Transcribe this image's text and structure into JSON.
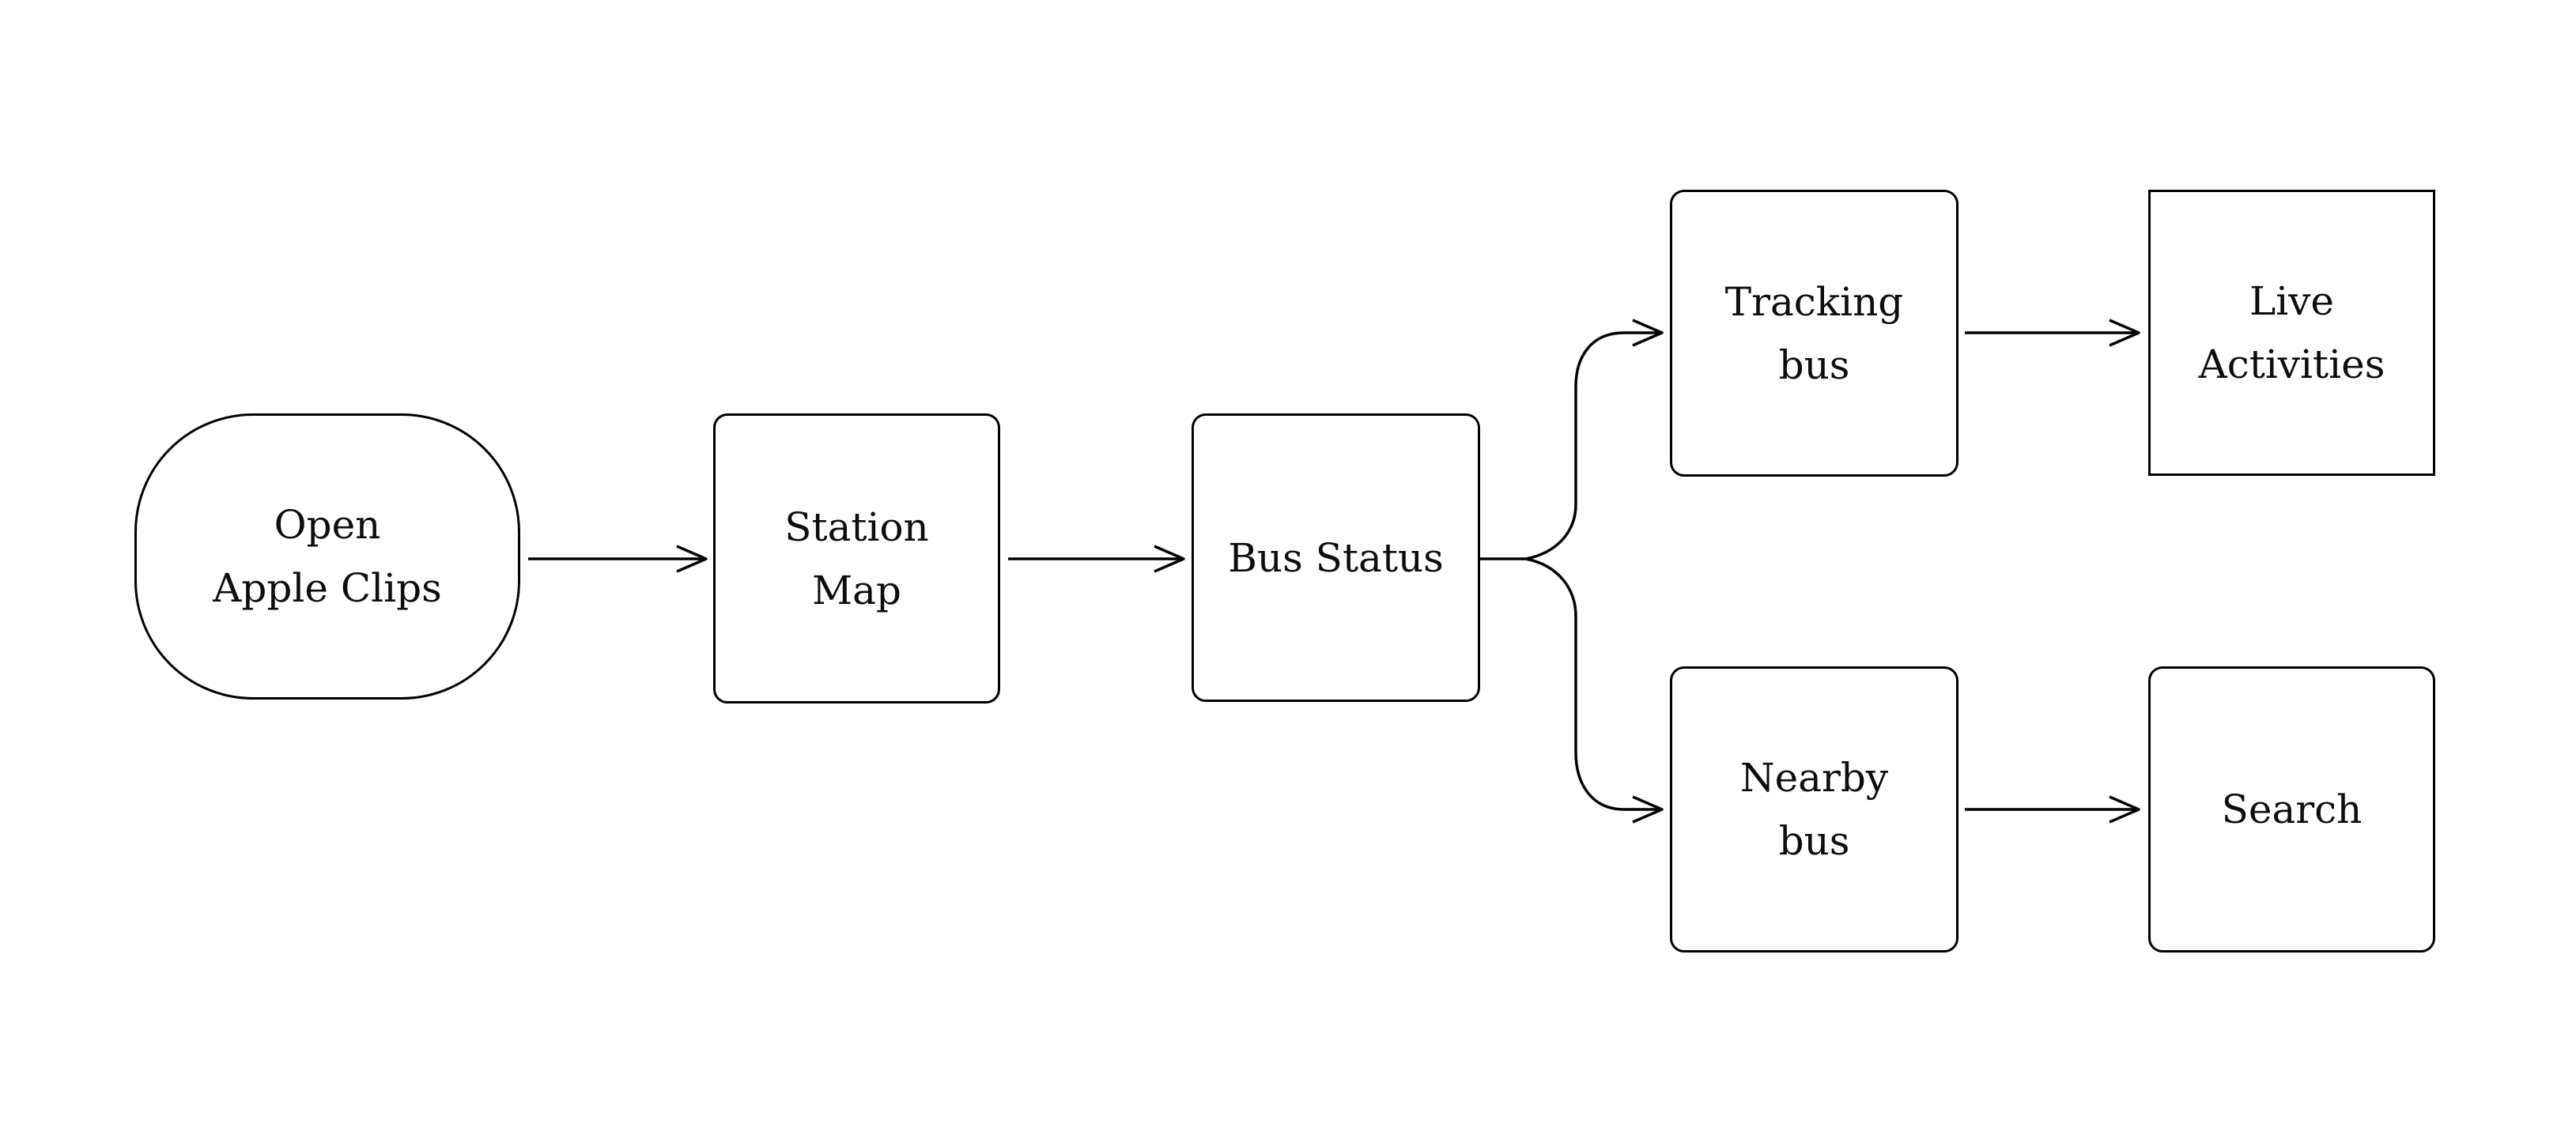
{
  "diagram": {
    "type": "flowchart",
    "direction": "left-to-right",
    "nodes": [
      {
        "id": "open-apple-clips",
        "label": "Open\nApple Clips",
        "shape": "stadium"
      },
      {
        "id": "station-map",
        "label": "Station\nMap",
        "shape": "rounded-rect"
      },
      {
        "id": "bus-status",
        "label": "Bus Status",
        "shape": "rounded-rect"
      },
      {
        "id": "tracking-bus",
        "label": "Tracking\nbus",
        "shape": "rounded-rect"
      },
      {
        "id": "live-activities",
        "label": "Live\nActivities",
        "shape": "rect"
      },
      {
        "id": "nearby-bus",
        "label": "Nearby\nbus",
        "shape": "rounded-rect"
      },
      {
        "id": "search",
        "label": "Search",
        "shape": "rounded-rect"
      }
    ],
    "edges": [
      {
        "from": "open-apple-clips",
        "to": "station-map"
      },
      {
        "from": "station-map",
        "to": "bus-status"
      },
      {
        "from": "bus-status",
        "to": "tracking-bus"
      },
      {
        "from": "bus-status",
        "to": "nearby-bus"
      },
      {
        "from": "tracking-bus",
        "to": "live-activities"
      },
      {
        "from": "nearby-bus",
        "to": "search"
      }
    ],
    "colors": {
      "background": "#ffffff",
      "node_fill": "#ffffff",
      "stroke": "#000000",
      "text": "#0d0d0d"
    }
  }
}
